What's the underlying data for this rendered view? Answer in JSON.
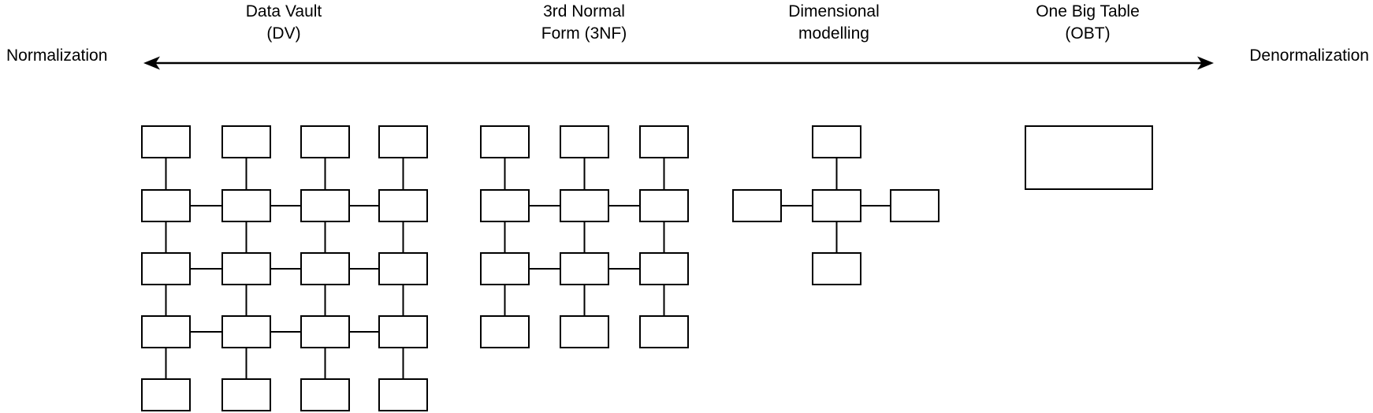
{
  "spectrum": {
    "left_end_label": "Normalization",
    "right_end_label": "Denormalization",
    "arrow_style": "double-headed"
  },
  "approaches": [
    {
      "id": "data-vault",
      "label": "Data Vault\n(DV)",
      "diagram": {
        "type": "grid",
        "columns": 4,
        "rows": 5,
        "box_count": 20,
        "horizontally_linked_rows": [
          2,
          3,
          4
        ],
        "vertically_linked_columns": "all"
      }
    },
    {
      "id": "third-normal-form",
      "label": "3rd Normal\nForm (3NF)",
      "diagram": {
        "type": "grid",
        "columns": 3,
        "rows": 4,
        "box_count": 12,
        "horizontally_linked_rows": [
          2,
          3
        ],
        "vertically_linked_columns": "all"
      }
    },
    {
      "id": "dimensional-modelling",
      "label": "Dimensional\nmodelling",
      "diagram": {
        "type": "star",
        "box_count": 5,
        "center_boxes": 1,
        "satellite_boxes": 4
      }
    },
    {
      "id": "one-big-table",
      "label": "One Big Table\n(OBT)",
      "diagram": {
        "type": "single_table",
        "box_count": 1
      }
    }
  ],
  "colors": {
    "stroke": "#000000",
    "background": "#ffffff",
    "box_fill": "#ffffff"
  }
}
